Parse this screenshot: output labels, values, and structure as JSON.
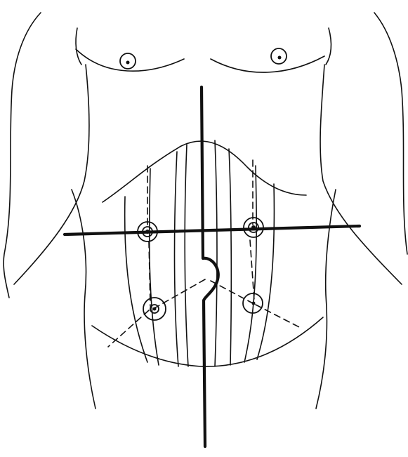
{
  "figure": {
    "subject": "anterior-torso-outline",
    "marks": {
      "nipples": 2,
      "upper_ports": 2,
      "lower_ports": 2
    },
    "colors": {
      "line": "#111111",
      "background": "#ffffff"
    }
  }
}
